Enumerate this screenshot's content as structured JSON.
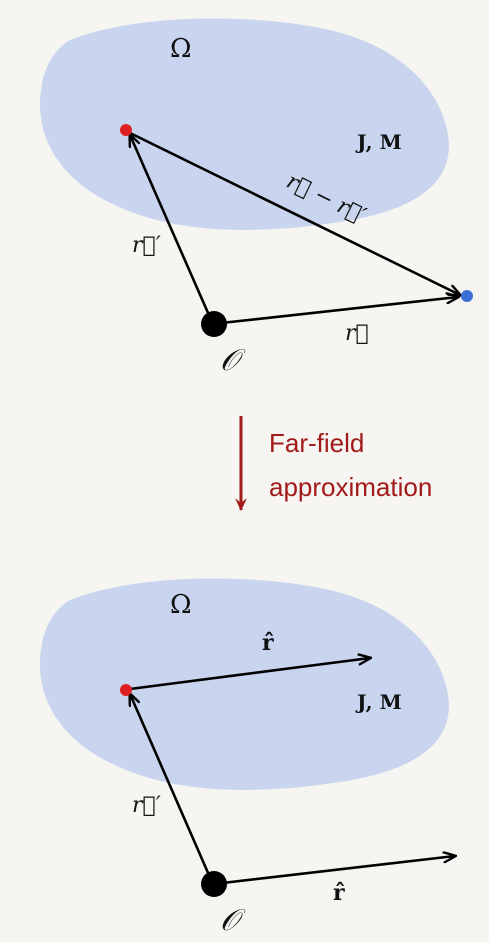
{
  "colors": {
    "region_fill": "#c9d5ee",
    "vector_stroke": "#000000",
    "source_point": "#e02020",
    "observation_point": "#3a6fd6",
    "origin_point": "#000000",
    "transition_arrow": "#a31a1a",
    "transition_text": "#a31a1a",
    "background": "#f6f5f2"
  },
  "top_diagram": {
    "region_label": "Ω",
    "sources_label": "J, M",
    "vector_r_prime": "r⃗′",
    "vector_r": "r⃗",
    "vector_difference": "r⃗ − r⃗′",
    "origin_label": "𝒪"
  },
  "transition": {
    "line1": "Far-field",
    "line2": "approximation"
  },
  "bottom_diagram": {
    "region_label": "Ω",
    "sources_label": "J, M",
    "vector_r_hat_inside": "r̂",
    "vector_r_prime": "r⃗′",
    "vector_r_hat": "r̂",
    "origin_label": "𝒪"
  }
}
